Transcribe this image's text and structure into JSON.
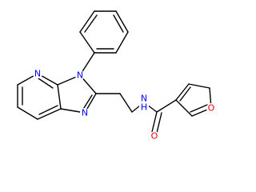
{
  "molecule": {
    "colors": {
      "bond": "#000000",
      "nitrogen": "#0000ff",
      "oxygen": "#ff0000",
      "background": "#ffffff"
    },
    "atoms": {
      "n_pyridine": {
        "label": "N",
        "element": "nitrogen"
      },
      "n_imidazole_phenyl": {
        "label": "N",
        "element": "nitrogen"
      },
      "n_imidazole": {
        "label": "N",
        "element": "nitrogen"
      },
      "n_amide": {
        "label": "N",
        "element": "nitrogen"
      },
      "h_amide": {
        "label": "H",
        "element": "nitrogen"
      },
      "o_carbonyl": {
        "label": "O",
        "element": "oxygen"
      },
      "o_furan": {
        "label": "O",
        "element": "oxygen"
      }
    }
  }
}
